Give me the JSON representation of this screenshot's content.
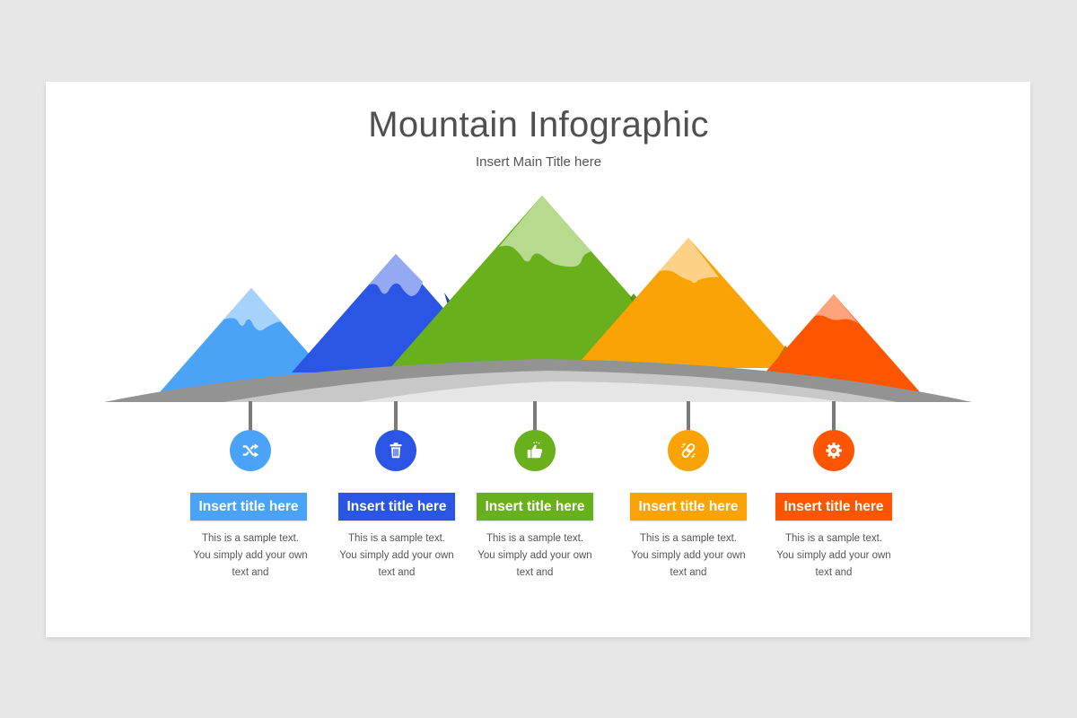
{
  "header": {
    "title": "Mountain Infographic",
    "subtitle": "Insert Main Title here"
  },
  "colors": {
    "background": "#e8e7e8",
    "slide": "#ffffff",
    "ground_dark": "#939393",
    "ground_mid": "#c8c8c8",
    "ground_light": "#e8e8e8",
    "stem": "#7a7a7a"
  },
  "items": [
    {
      "title": "Insert title here",
      "text_line1": "This is a sample text.",
      "text_line2": "You simply add your own",
      "text_line3": "text and",
      "icon": "shuffle-icon",
      "color": "#4aa3f7",
      "snow": "#a6d2fb",
      "shade": "#3a8bd8"
    },
    {
      "title": "Insert title here",
      "text_line1": "This is a sample text.",
      "text_line2": "You simply add your own",
      "text_line3": "text and",
      "icon": "trash-icon",
      "color": "#2a55e5",
      "snow": "#93a9f2",
      "shade": "#1f43bd"
    },
    {
      "title": "Insert title here",
      "text_line1": "This is a sample text.",
      "text_line2": "You simply add your own",
      "text_line3": "text and",
      "icon": "thumbs-up-icon",
      "color": "#68b01c",
      "snow": "#b7da8f",
      "shade": "#4f8c12"
    },
    {
      "title": "Insert title here",
      "text_line1": "This is a sample text.",
      "text_line2": "You simply add your own",
      "text_line3": "text and",
      "icon": "broken-link-icon",
      "color": "#fba305",
      "snow": "#fdd286",
      "shade": "#c98204"
    },
    {
      "title": "Insert title here",
      "text_line1": "This is a sample text.",
      "text_line2": "You simply add your own",
      "text_line3": "text and",
      "icon": "gear-icon",
      "color": "#fe5600",
      "snow": "#fda47c",
      "shade": "#d04600"
    }
  ]
}
